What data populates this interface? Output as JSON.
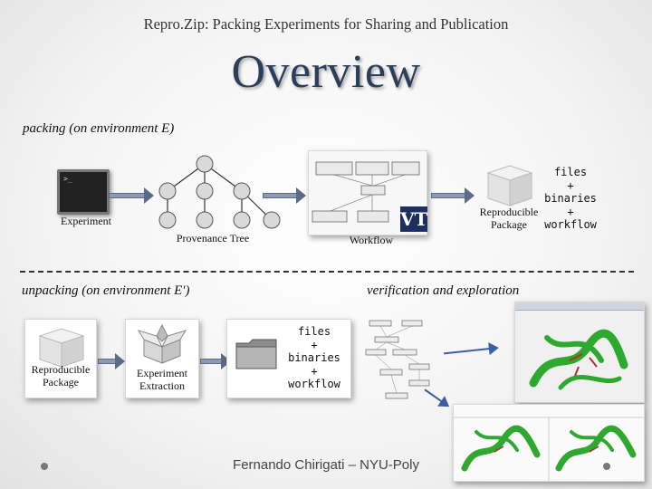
{
  "header": {
    "top_title": "Repro.Zip: Packing Experiments for Sharing and Publication",
    "title": "Overview"
  },
  "packing": {
    "section_label": "packing (on environment E)",
    "experiment_label": "Experiment",
    "provenance_label": "Provenance Tree",
    "workflow_label": "Workflow",
    "workflow_badge": "VT",
    "package_label_line1": "Reproducible",
    "package_label_line2": "Package",
    "contents": [
      "files",
      "+",
      "binaries",
      "+",
      "workflow"
    ]
  },
  "unpacking": {
    "section_label": "unpacking (on environment E')",
    "package_label_line1": "Reproducible",
    "package_label_line2": "Package",
    "extraction_label_line1": "Experiment",
    "extraction_label_line2": "Extraction",
    "contents": [
      "files",
      "+",
      "binaries",
      "+",
      "workflow"
    ]
  },
  "verification": {
    "section_label": "verification and exploration"
  },
  "footer": {
    "author": "Fernando Chirigati – NYU-Poly"
  },
  "colors": {
    "arrow_fill": "#8a9bb3",
    "title_color": "#2b3e5c",
    "tree_node": "#d9d9d9",
    "protein_green": "#2ea82e"
  }
}
